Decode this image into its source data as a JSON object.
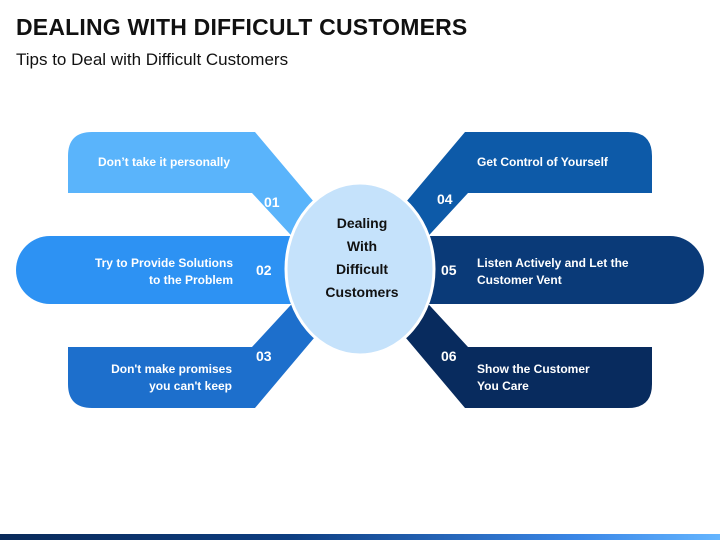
{
  "header": {
    "title": "DEALING WITH DIFFICULT CUSTOMERS",
    "subtitle": "Tips to Deal with Difficult Customers"
  },
  "center": {
    "lines": [
      "Dealing",
      "With",
      "Difficult",
      "Customers"
    ]
  },
  "tips": [
    {
      "number": "01",
      "lines": [
        "Don’t take it personally"
      ]
    },
    {
      "number": "02",
      "lines": [
        "Try to Provide Solutions",
        "to the Problem"
      ]
    },
    {
      "number": "03",
      "lines": [
        "Don't make promises",
        "you can't keep"
      ]
    },
    {
      "number": "04",
      "lines": [
        "Get Control of Yourself"
      ]
    },
    {
      "number": "05",
      "lines": [
        "Listen Actively and Let the",
        "Customer Vent"
      ]
    },
    {
      "number": "06",
      "lines": [
        "Show the Customer",
        "You Care"
      ]
    }
  ],
  "colors": {
    "tip_01": "#5ab4fb",
    "tip_02": "#2d92f3",
    "tip_03": "#1d6fcc",
    "tip_04": "#0d5aa8",
    "tip_05": "#0a3a78",
    "tip_06": "#082b5e",
    "center_fill": "#c5e2fb",
    "center_stroke": "#ffffff"
  }
}
